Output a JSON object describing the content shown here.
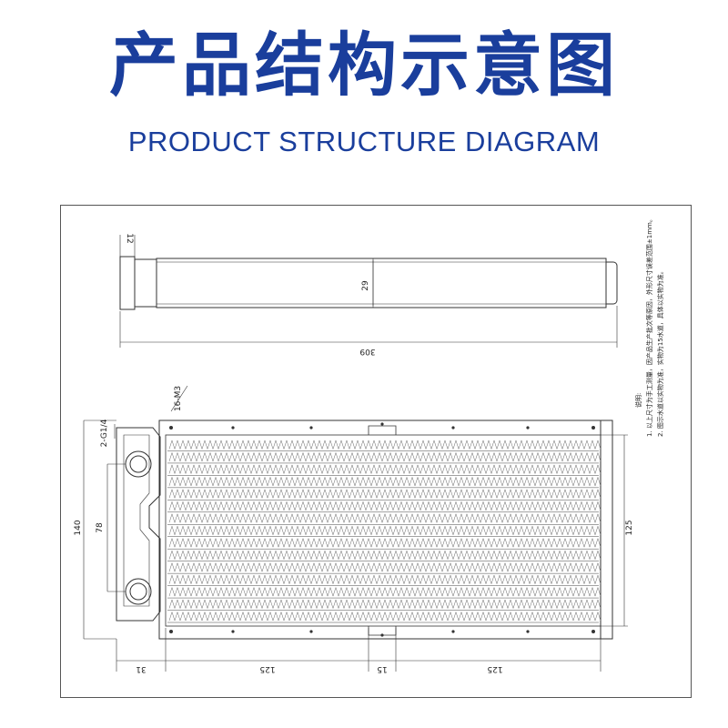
{
  "header": {
    "title_cn": "产品结构示意图",
    "title_en": "PRODUCT STRUCTURE DIAGRAM"
  },
  "dimensions": {
    "top_thickness": "12",
    "top_height": "29",
    "top_length": "309",
    "thread_spec": "2-G1/4",
    "screw_spec": "16-M3",
    "overall_height": "140",
    "port_spacing": "78",
    "core_height": "125",
    "bottom_31": "31",
    "bottom_125_left": "125",
    "bottom_15": "15",
    "bottom_125_right": "125"
  },
  "notes": {
    "title": "说明:",
    "line1": "1. 以上尺寸为手工测量，因产品生产批次等原因，外形尺寸误差范围±1mm。",
    "line2": "2. 图示水道以实物为准，实物为15水道，具体以实物为准。"
  }
}
